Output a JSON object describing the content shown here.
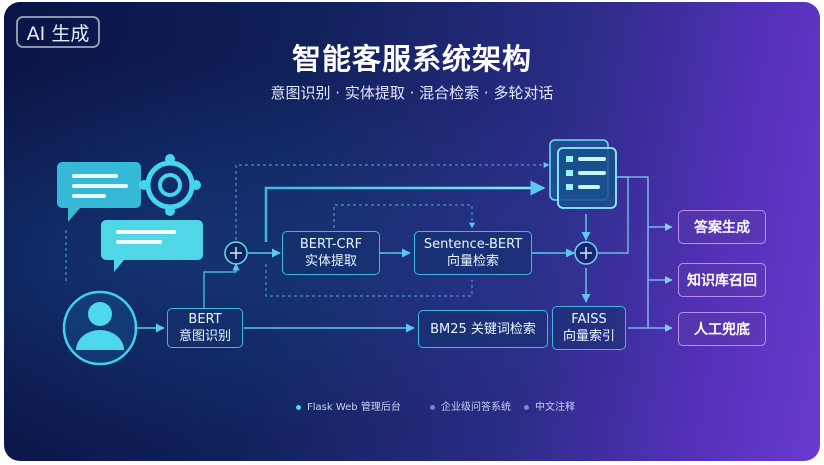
{
  "badge": "AI 生成",
  "title": "智能客服系统架构",
  "subtitle": "意图识别 · 实体提取 · 混合检索 · 多轮对话",
  "nodes": {
    "bert": {
      "line1": "BERT",
      "line2": "意图识别"
    },
    "bert_crf": {
      "line1": "BERT-CRF",
      "line2": "实体提取"
    },
    "sentence_bert": {
      "line1": "Sentence-BERT",
      "line2": "向量检索"
    },
    "bm25": {
      "line1": "BM25 关键词检索"
    },
    "faiss": {
      "line1": "FAISS",
      "line2": "向量索引"
    }
  },
  "outputs": {
    "answer": "答案生成",
    "kb_recall": "知识库召回",
    "human_fallback": "人工兜底"
  },
  "footer": [
    "Flask Web 管理后台",
    "企业级问答系统",
    "中文注释"
  ],
  "colors": {
    "accent": "#3fb7e0",
    "output_border": "#b98ef0"
  },
  "icons": [
    "chat-bubbles-icon",
    "target-icon",
    "user-avatar-icon",
    "document-stack-icon",
    "merge-plus-icon"
  ]
}
